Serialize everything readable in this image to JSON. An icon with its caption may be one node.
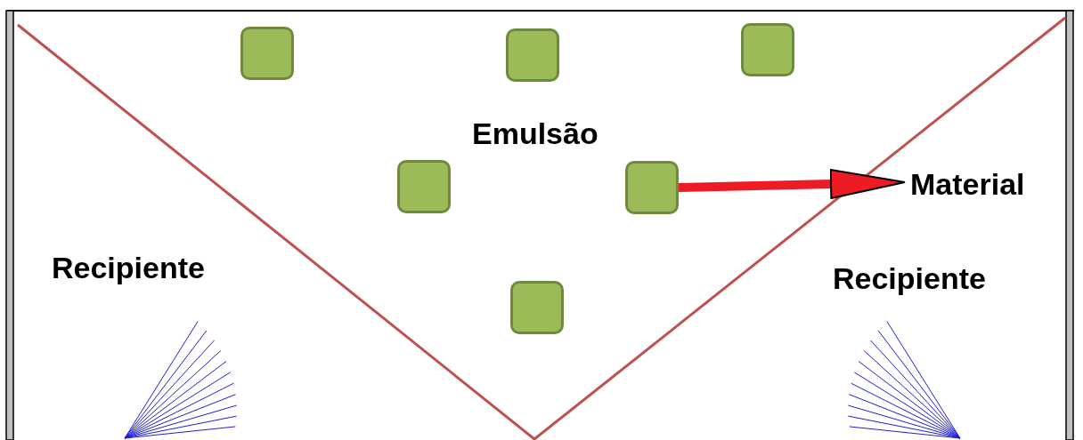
{
  "diagram": {
    "nodes": [
      {
        "text": [],
        "shape": "box"
      },
      {
        "text": [],
        "shape": "box"
      },
      {
        "text": [],
        "shape": "box"
      },
      {
        "text": [],
        "shape": "box"
      },
      {
        "text": [],
        "shape": "box"
      },
      {
        "text": [
          "Material"
        ]
      },
      {
        "text": [],
        "shape": "box"
      }
    ],
    "edges": [
      {
        "from": 4,
        "to": 5,
        "arrow": "to",
        "color": "#ed1c24"
      }
    ],
    "labels": [
      "Emulsão",
      "Recipiente",
      "Recipiente"
    ]
  }
}
